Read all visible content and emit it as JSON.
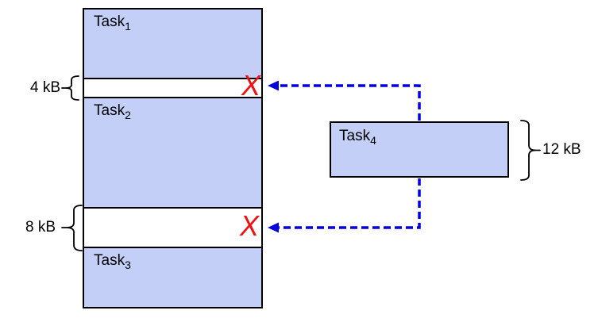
{
  "colors": {
    "task_fill": "#c4cff7",
    "line": "#000000",
    "arrow_blue": "#0202dd",
    "reject_red": "#ee1111"
  },
  "memory": {
    "tasks": [
      {
        "base": "Task",
        "sub": "1"
      },
      {
        "base": "Task",
        "sub": "2"
      },
      {
        "base": "Task",
        "sub": "3"
      }
    ],
    "free_gaps": [
      {
        "label": "4 kB"
      },
      {
        "label": "8 kB"
      }
    ]
  },
  "incoming_task": {
    "base": "Task",
    "sub": "4",
    "size_label": "12 kB"
  },
  "reject_mark": "X"
}
